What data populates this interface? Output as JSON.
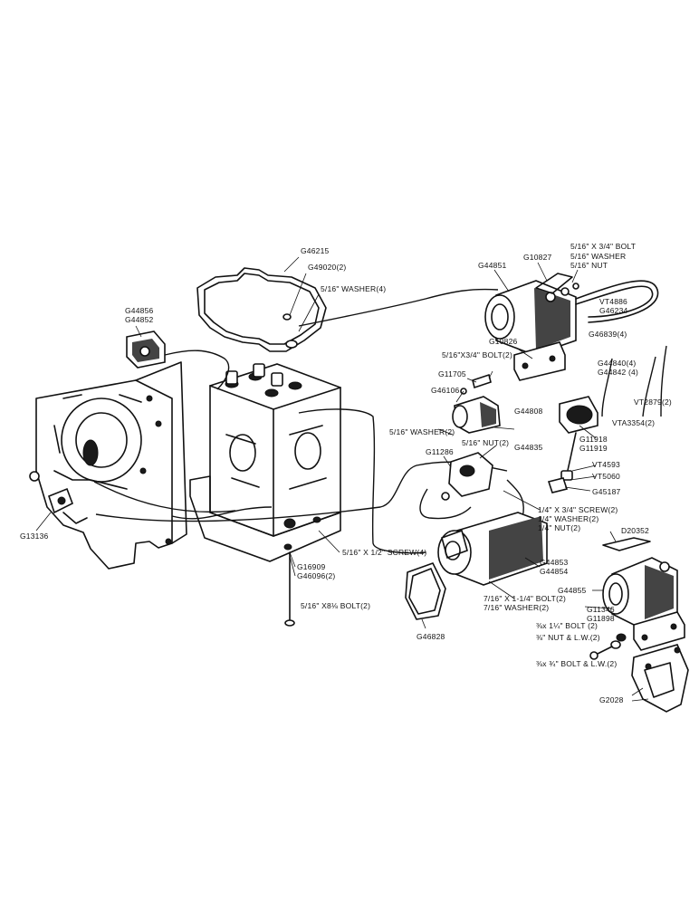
{
  "labels": {
    "g46215": "G46215",
    "g49020": "G49020(2)",
    "washer516_4": "5/16\" WASHER(4)",
    "g44851": "G44851",
    "g10827": "G10827",
    "bolt516x34": "5/16\" X 3/4\" BOLT",
    "washer516": "5/16\" WASHER",
    "nut516": "5/16\" NUT",
    "vt4886": "VT4886",
    "g46234": "G46234",
    "g44856": "G44856",
    "g44852": "G44852",
    "g10826": "G10826",
    "bolt516x34_2": "5/16\"X3/4\" BOLT(2)",
    "g46839": "G46839(4)",
    "g44840": "G44840(4)",
    "g44842": "G44842 (4)",
    "g11705": "G11705",
    "g46106": "G46106",
    "g44808": "G44808",
    "vt2879": "VT2879(2)",
    "vta3354": "VTA3354(2)",
    "washer516_2": "5/16\" WASHER(2)",
    "nut516_2": "5/16\" NUT(2)",
    "g44835": "G44835",
    "g11918": "G11918",
    "g11919": "G11919",
    "g11286": "G11286",
    "vt4593": "VT4593",
    "vt5060": "VT5060",
    "g45187": "G45187",
    "screw14x34": "1/4\" X 3/4\" SCREW(2)",
    "washer14": "1/4\" WASHER(2)",
    "nut14": "1/4\" NUT(2)",
    "d20352": "D20352",
    "g13136": "G13136",
    "screw516x12": "5/16\" X 1/2\" SCREW(4)",
    "g16909": "G16909",
    "g46096": "G46096(2)",
    "g44853": "G44853",
    "g44854": "G44854",
    "g44855": "G44855",
    "bolt516x8": "5/16\" X8⅛ BOLT(2)",
    "bolt716": "7/16\" X 1-1/4\" BOLT(2)",
    "washer716": "7/16\" WASHER(2)",
    "g11346": "G11346",
    "g11898": "G11898",
    "bolt38x114": "⅜x 1¼\" BOLT (2)",
    "nutlw38": "⅜\" NUT & L.W.(2)",
    "bolt38x34lw": "⅜x ¾\" BOLT & L.W.(2)",
    "g46828": "G46828",
    "g2028": "G2028"
  }
}
